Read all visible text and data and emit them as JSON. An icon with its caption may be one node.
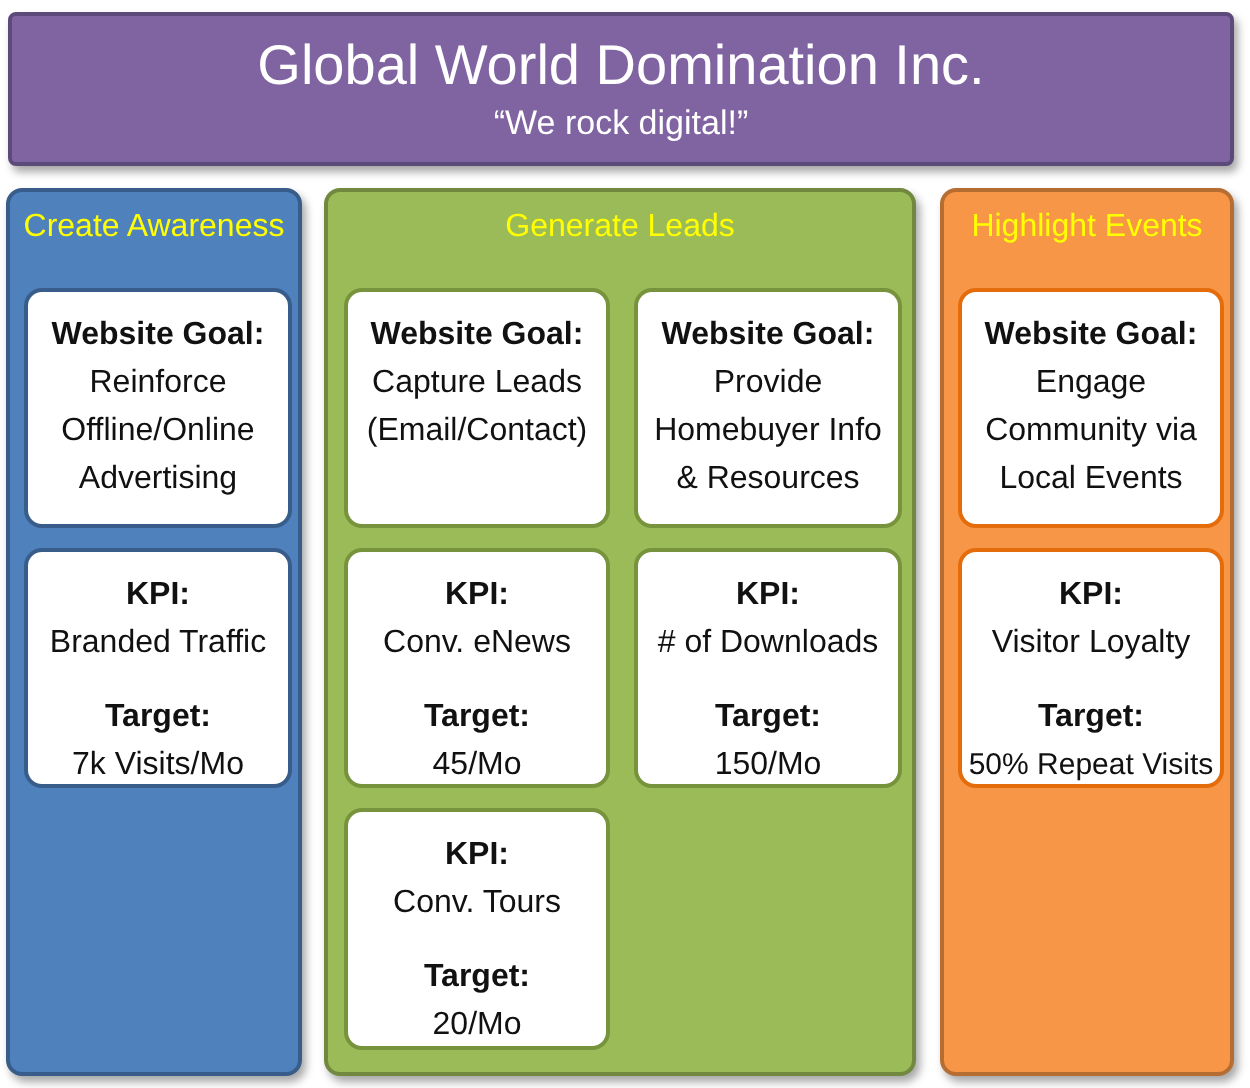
{
  "diagram": {
    "title": "Global World Domination Inc.",
    "nodes": [
      {
        "text": [
          "“We rock digital!”"
        ]
      },
      {
        "text": [
          "Create Awareness"
        ]
      },
      {
        "text": [
          "Website Goal:",
          "Reinforce Offline/Online Advertising"
        ],
        "in": 1
      },
      {
        "text": [
          "KPI:",
          "Branded Traffic",
          "Target:",
          "7k Visits/Mo"
        ],
        "in": 1
      },
      {
        "text": [
          "Generate Leads"
        ]
      },
      {
        "text": [
          "Website Goal:",
          "Capture Leads (Email/Contact)"
        ],
        "in": 4
      },
      {
        "text": [
          "Website Goal:",
          "Provide Homebuyer Info & Resources"
        ],
        "in": 4
      },
      {
        "text": [
          "KPI:",
          "Conv. eNews",
          "Target:",
          "45/Mo"
        ],
        "in": 4
      },
      {
        "text": [
          "KPI:",
          "# of Downloads",
          "Target:",
          "150/Mo"
        ],
        "in": 4
      },
      {
        "text": [
          "KPI:",
          "Conv. Tours",
          "Target:",
          "20/Mo"
        ],
        "in": 4
      },
      {
        "text": [
          "Highlight Events"
        ]
      },
      {
        "text": [
          "Website Goal:",
          "Engage Community via Local Events"
        ],
        "in": 10
      },
      {
        "text": [
          "KPI:",
          "Visitor Loyalty",
          "Target:",
          "50% Repeat Visits"
        ],
        "in": 10
      }
    ]
  }
}
